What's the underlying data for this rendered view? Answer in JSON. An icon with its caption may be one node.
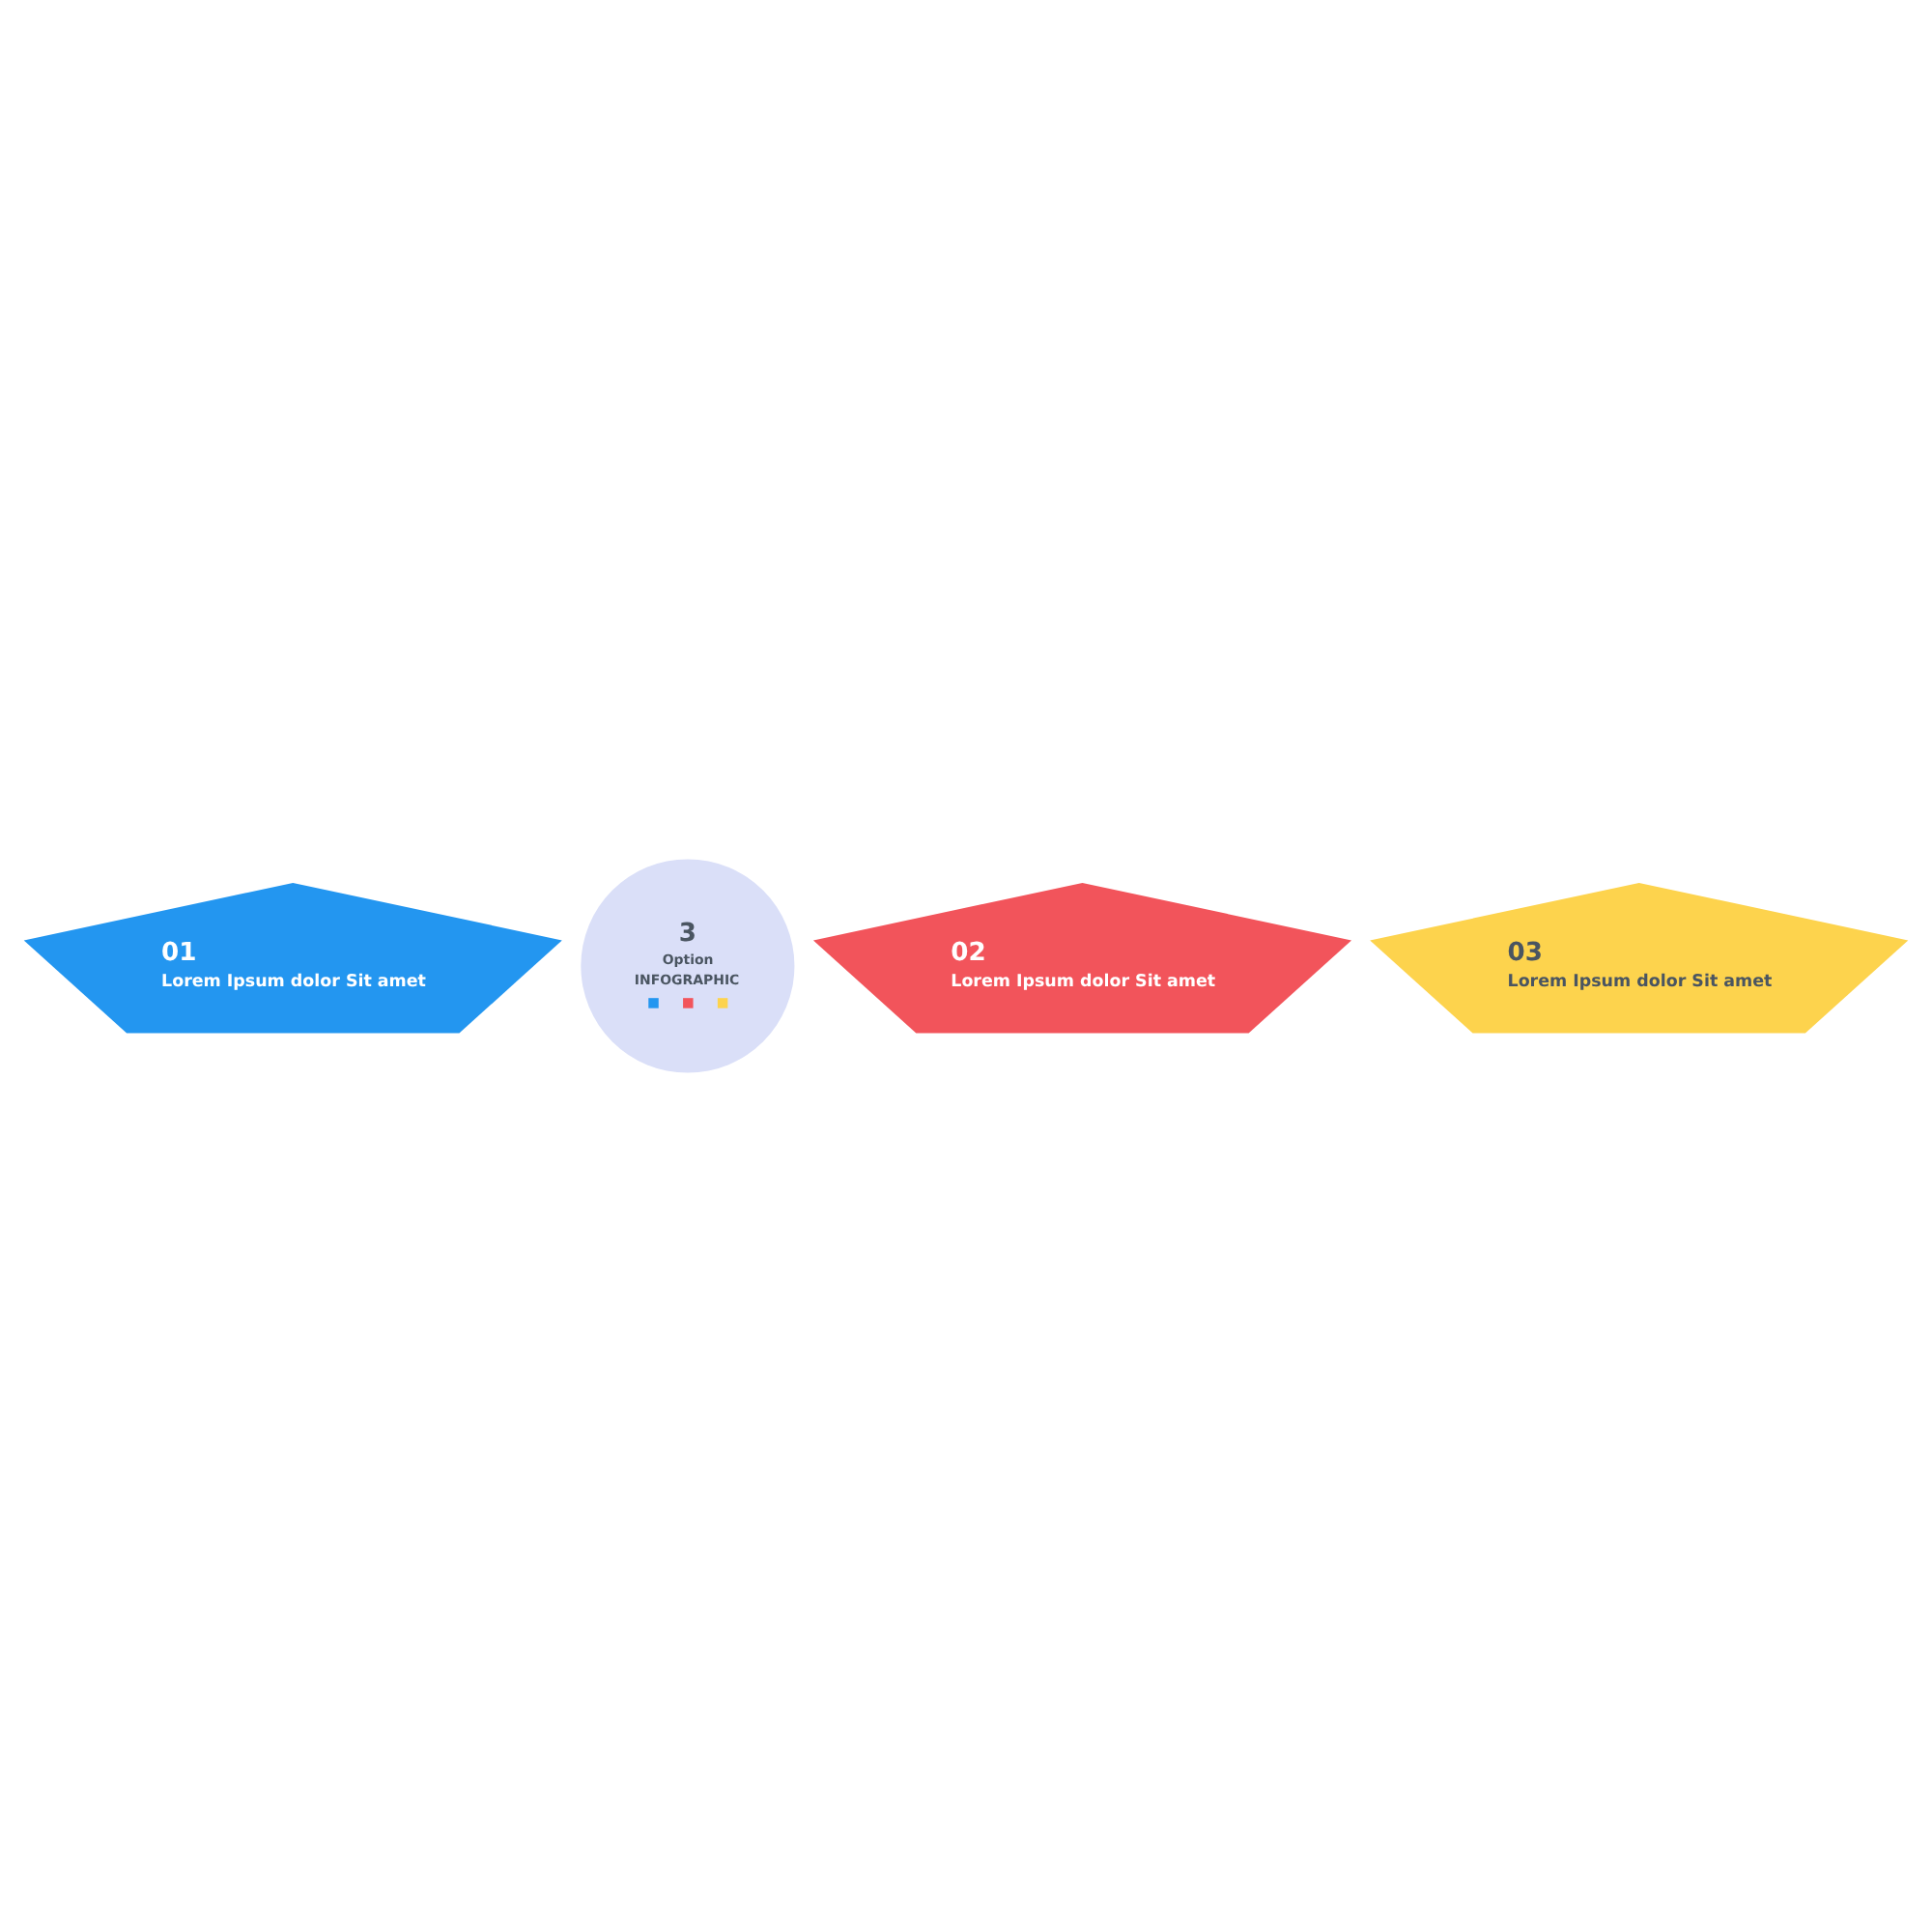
{
  "diagram": {
    "nodes": [
      {
        "text": [
          "01",
          "Lorem Ipsum dolor Sit amet"
        ]
      },
      {
        "text": [
          "02",
          "Lorem Ipsum dolor Sit amet"
        ]
      },
      {
        "text": [
          "3",
          "Option",
          "INFOGRAPHIC"
        ]
      },
      {
        "text": [
          "03",
          "Lorem Ipsum dolor Sit amet"
        ]
      }
    ],
    "edges": []
  }
}
